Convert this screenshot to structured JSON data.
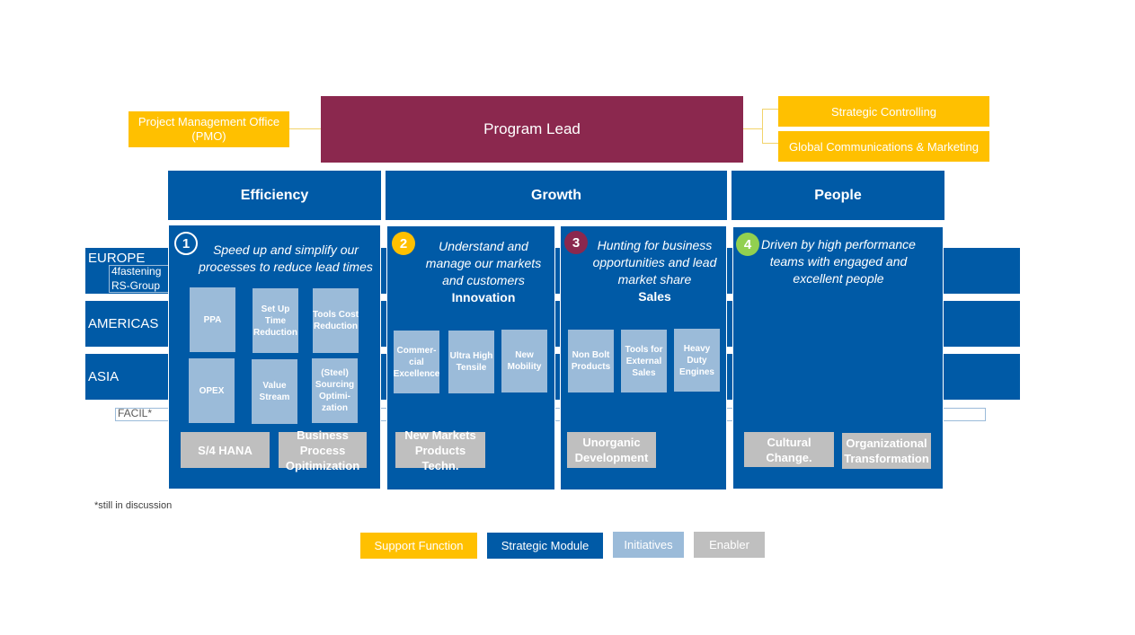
{
  "top": {
    "pmo": "Project Management Office (PMO)",
    "program_lead": "Program Lead",
    "strategic_controlling": "Strategic Controlling",
    "global_comms": "Global Communications & Marketing"
  },
  "columns": {
    "efficiency": "Efficiency",
    "growth": "Growth",
    "people": "People"
  },
  "regions": {
    "europe": "EUROPE",
    "europe_sub1": "4fastening",
    "europe_sub2": "RS-Group",
    "americas": "AMERICAS",
    "asia": "ASIA",
    "facil": "FACIL*"
  },
  "modules": [
    {
      "number": "1",
      "number_color": "#005aa6",
      "tagline": "Speed up and simplify our processes to reduce lead times",
      "subtitle": "",
      "initiatives": [
        "PPA",
        "Set Up Time Reduction",
        "Tools Cost Reduction",
        "OPEX",
        "Value Stream",
        "(Steel) Sourcing Optimi-zation"
      ],
      "enablers": [
        "S/4 HANA",
        "Business Process Opitimization"
      ]
    },
    {
      "number": "2",
      "number_color": "#ffc000",
      "tagline": "Understand and manage our markets and customers",
      "subtitle": "Innovation",
      "initiatives": [
        "Commer-cial Excellence",
        "Ultra High Tensile",
        "New Mobility"
      ],
      "enablers": [
        "New Markets Products Techn."
      ]
    },
    {
      "number": "3",
      "number_color": "#8b284e",
      "tagline": "Hunting for business opportunities and lead market share",
      "subtitle": "Sales",
      "initiatives": [
        "Non Bolt Products",
        "Tools for External Sales",
        "Heavy Duty Engines"
      ],
      "enablers": [
        "Unorganic Development"
      ]
    },
    {
      "number": "4",
      "number_color": "#92d050",
      "tagline": "Driven by high performance teams with engaged and excellent people",
      "subtitle": "",
      "initiatives": [],
      "enablers": [
        "Cultural Change.",
        "Organizational Transformation"
      ]
    }
  ],
  "footnote": "*still in discussion",
  "legend": [
    {
      "label": "Support Function",
      "color": "#ffc000",
      "text_color": "#ffffff"
    },
    {
      "label": "Strategic Module",
      "color": "#005aa6",
      "text_color": "#ffffff"
    },
    {
      "label": "Initiatives",
      "color": "#9bbbd9",
      "text_color": "#ffffff"
    },
    {
      "label": "Enabler",
      "color": "#bfbfbf",
      "text_color": "#ffffff"
    }
  ]
}
